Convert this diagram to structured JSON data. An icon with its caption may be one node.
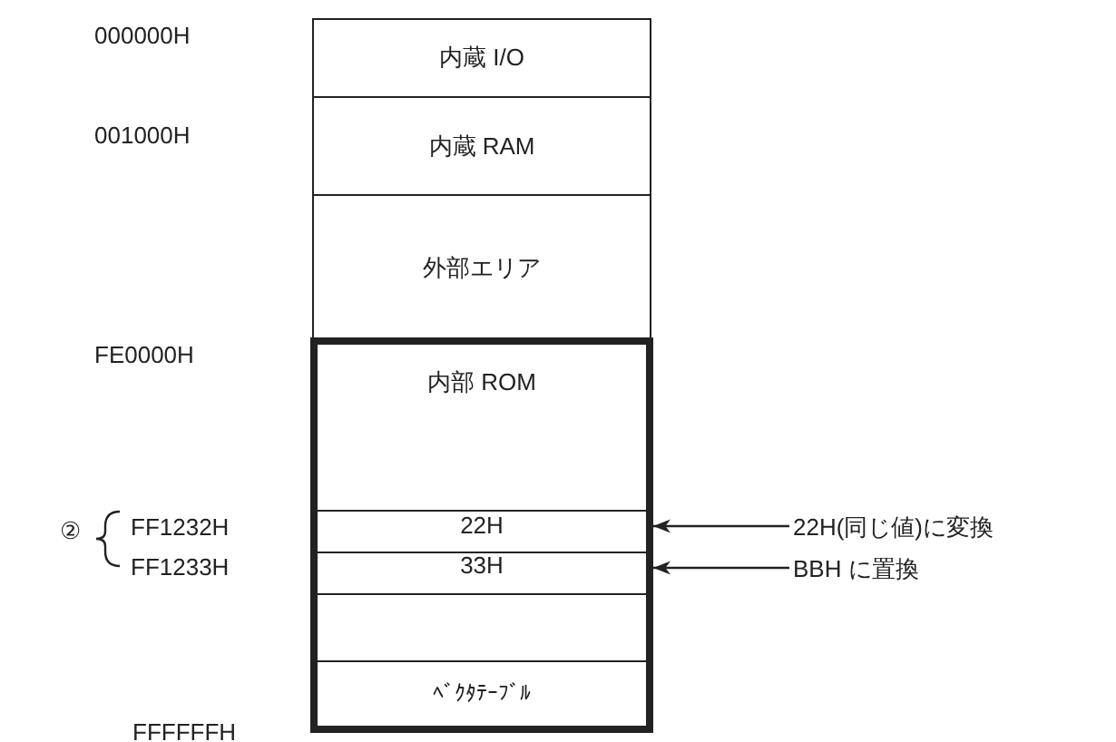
{
  "diagram": {
    "nodes": [
      {
        "text": [
          "内蔵 I/O"
        ]
      },
      {
        "text": [
          "内蔵 RAM"
        ]
      },
      {
        "text": [
          "外部エリア"
        ]
      },
      {
        "text": [
          "内部 ROM"
        ]
      },
      {
        "text": [
          "22H"
        ],
        "in": 3
      },
      {
        "text": [
          "33H"
        ],
        "in": 3
      },
      {
        "text": [],
        "shape": "box",
        "in": 3
      },
      {
        "text": [
          "ﾍﾞｸﾀﾃｰﾌﾞﾙ"
        ],
        "in": 3
      },
      {
        "text": [
          "22H(同じ値)に変換"
        ]
      },
      {
        "text": [
          "BBH に置換"
        ]
      }
    ],
    "edges": [
      {
        "from": 8,
        "to": 4,
        "arrow": "to"
      },
      {
        "from": 9,
        "to": 5,
        "arrow": "to"
      }
    ],
    "labels": [
      "000000H",
      "001000H",
      "FE0000H",
      "②",
      "FF1232H",
      "FF1233H",
      "FFFFFFH"
    ]
  }
}
